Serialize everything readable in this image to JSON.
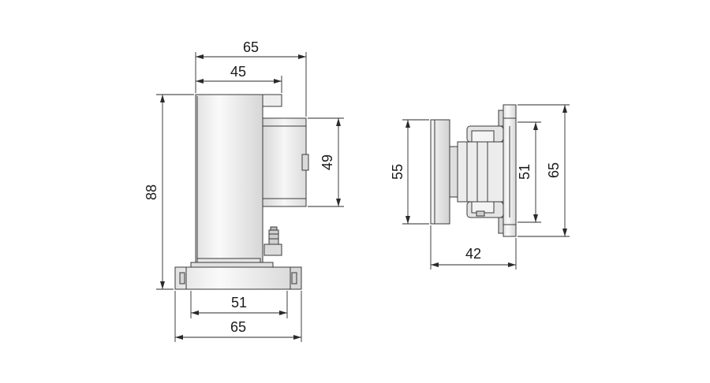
{
  "colors": {
    "line": "#3a3a3a",
    "shade_light": "#f2f2f2",
    "shade_mid": "#e0e0e0",
    "shade_dark": "#c8c8c8",
    "text": "#1a1a1a"
  },
  "side_view": {
    "dim_overall_width": "65",
    "dim_body_width": "45",
    "dim_height": "88",
    "dim_box_height": "49",
    "dim_base_inner": "51",
    "dim_base_outer": "65"
  },
  "end_view": {
    "dim_cap": "55",
    "dim_inner": "51",
    "dim_outer": "65",
    "dim_depth": "42"
  }
}
